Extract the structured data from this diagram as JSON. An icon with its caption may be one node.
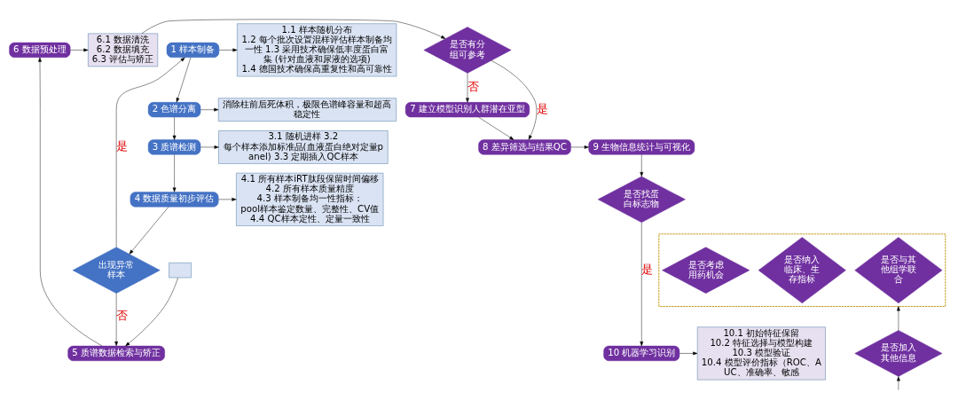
{
  "diagram": {
    "nodes": [
      {
        "text": [
          "1 样本制备"
        ]
      },
      {
        "text": [
          "1.1 样本随机分布 1.2 每个批次设置混样评估样本制备均一性 1.3 采用技术确保低丰度蛋白富集 (针对血液和尿液的选项) 1.4 德国技术确保高重复性和高可靠性"
        ]
      },
      {
        "text": [
          "2 色谱分离"
        ]
      },
      {
        "text": [
          "消除柱前后死体积，极限色谱峰容量和超高稳定性"
        ]
      },
      {
        "text": [
          "3 质谱检测"
        ]
      },
      {
        "text": [
          "3.1 随机进样 3.2 每个样本添加标准品(血液蛋白绝对定量panel) 3.3 定期插入QC样本"
        ]
      },
      {
        "text": [
          "4 数据质量初步评估"
        ]
      },
      {
        "text": [
          "4.1 所有样本iRT肽段保留时间偏移 4.2 所有样本质量精度 4.3 样本制备均一性指标：pool样本鉴定数量、完整性、CV值 4.4 QC样本定性、定量一致性"
        ]
      },
      {
        "text": [
          "出现异常样本"
        ]
      },
      {
        "text": [
          "5 质谱数据检索与矫正"
        ]
      },
      {
        "text": [],
        "shape": "box"
      },
      {
        "text": [
          "6 数据预处理"
        ]
      },
      {
        "text": [
          "6.1 数据清洗 6.2 数据填充 6.3 评估与矫正"
        ]
      },
      {
        "text": [
          "是否有分组可参考"
        ]
      },
      {
        "text": [
          "7 建立模型识别人群潜在亚型"
        ]
      },
      {
        "text": [
          "8 差异筛选与结果QC"
        ]
      },
      {
        "text": [
          "9 生物信息统计与可视化"
        ]
      },
      {
        "text": [],
        "shape": "box"
      },
      {
        "text": [
          "是否与其他组学联合"
        ],
        "in": 17
      },
      {
        "text": [
          "是否纳入临床、生存指标"
        ],
        "in": 17
      },
      {
        "text": [
          "是否考虑用药机会"
        ],
        "in": 17
      },
      {
        "text": [
          "是否找蛋白标志物"
        ]
      },
      {
        "text": [
          "是否加入其他信息"
        ]
      },
      {
        "text": [
          "10 机器学习识别"
        ]
      },
      {
        "text": [
          "10.1 初始特征保留 10.2 特征选择与模型构建 10.3 模型验证 10.4 模型评价指标（ROC、AUC、准确率、敏感"
        ]
      }
    ],
    "edges": [
      {
        "from": 0,
        "to": 1,
        "arrow": "to"
      },
      {
        "from": 0,
        "to": 2,
        "arrow": "to"
      },
      {
        "from": 2,
        "to": 3,
        "arrow": "to"
      },
      {
        "from": 2,
        "to": 4,
        "arrow": "to"
      },
      {
        "from": 4,
        "to": 5,
        "arrow": "to"
      },
      {
        "from": 4,
        "to": 6,
        "arrow": "to"
      },
      {
        "from": 6,
        "to": 7,
        "arrow": "to"
      },
      {
        "from": 6,
        "to": 8,
        "arrow": "to"
      },
      {
        "from": 8,
        "to": 0,
        "arrow": "to",
        "label": "是"
      },
      {
        "from": 8,
        "to": 9,
        "arrow": "to",
        "label": "否"
      },
      {
        "from": 10,
        "to": 9,
        "arrow": "to"
      },
      {
        "from": 9,
        "to": 11,
        "arrow": "to"
      },
      {
        "from": 11,
        "to": 12,
        "arrow": "to"
      },
      {
        "from": 12,
        "to": 13,
        "arrow": "to"
      },
      {
        "from": 13,
        "to": 14,
        "arrow": "to",
        "label": "否"
      },
      {
        "from": 13,
        "to": 15,
        "arrow": "to",
        "label": "是"
      },
      {
        "from": 14,
        "to": 15,
        "arrow": "to"
      },
      {
        "from": 15,
        "to": 16,
        "arrow": "to"
      },
      {
        "from": 16,
        "to": 21,
        "arrow": "to"
      },
      {
        "from": 21,
        "to": 23,
        "arrow": "to",
        "label": "是"
      },
      {
        "from": 23,
        "to": 24,
        "arrow": "to"
      },
      {
        "from": null,
        "to": 22,
        "arrow": "to"
      },
      {
        "from": 22,
        "to": 17,
        "arrow": "to"
      }
    ]
  }
}
